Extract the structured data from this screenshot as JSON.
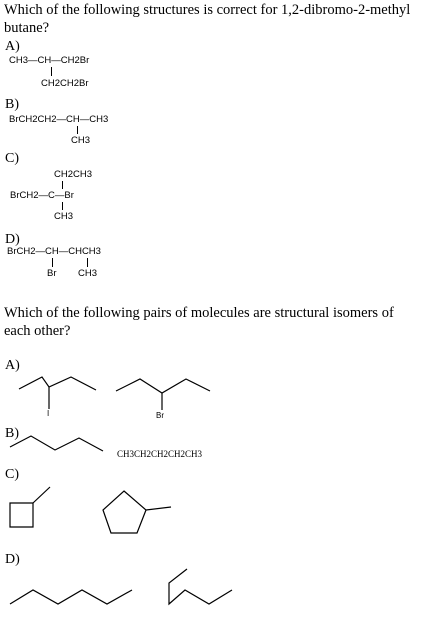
{
  "question1": {
    "line1": "Which of the following structures is correct for 1,2-dibromo-2-methyl",
    "line2": "butane?",
    "options": [
      {
        "label": "A)",
        "rows": [
          "CH3—CH—CH2Br",
          "CH2CH2Br"
        ]
      },
      {
        "label": "B)",
        "rows": [
          "BrCH2CH2—CH—CH3",
          "CH3"
        ]
      },
      {
        "label": "C)",
        "rows": [
          "CH2CH3",
          "BrCH2—C—Br",
          "CH3"
        ]
      },
      {
        "label": "D)",
        "rows": [
          "BrCH2—CH—CHCH3",
          "Br",
          "CH3"
        ]
      }
    ]
  },
  "question2": {
    "line1": "Which of the following pairs of molecules are structural isomers of",
    "line2": "each other?",
    "options": [
      {
        "label": "A)",
        "left_substituent": "I",
        "right_substituent": "Br"
      },
      {
        "label": "B)",
        "right_formula": "CH3CH2CH2CH2CH3"
      },
      {
        "label": "C)"
      },
      {
        "label": "D)"
      }
    ]
  }
}
